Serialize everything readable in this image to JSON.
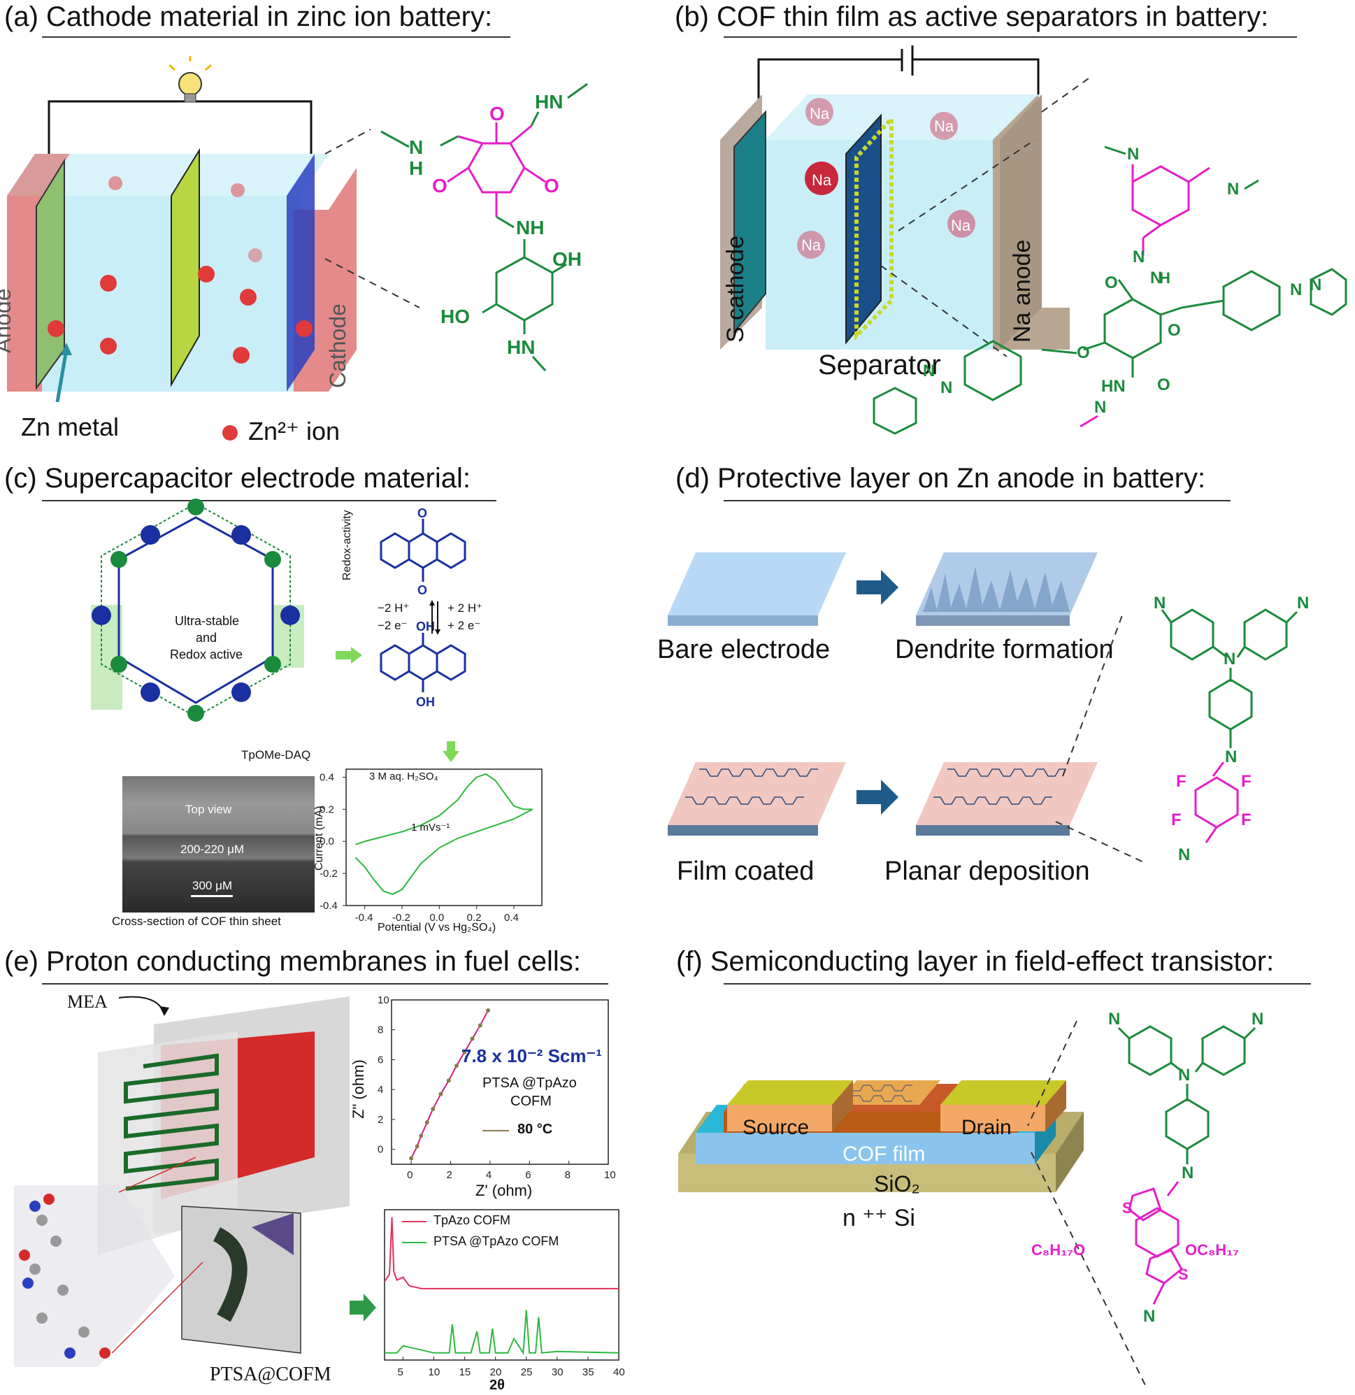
{
  "panels": {
    "a": {
      "title": "(a) Cathode material in zinc ion battery:",
      "anode": "Anode",
      "cathode": "Cathode",
      "zn_metal": "Zn metal",
      "zn_ion": "Zn²⁺ ion"
    },
    "b": {
      "title": "(b) COF thin film as active separators in battery:",
      "s_cathode": "S cathode",
      "na_anode": "Na anode",
      "separator": "Separator",
      "na_ion": "Na"
    },
    "c": {
      "title": "(c) Supercapacitor electrode material:",
      "center_text": [
        "Ultra-stable",
        "and",
        "Redox active"
      ],
      "cof_name": "TpOMe-DAQ",
      "redox_label": "Redox-activity",
      "minus_h": "−2 H⁺",
      "minus_e": "−2 e⁻",
      "plus_h": "+ 2 H⁺",
      "plus_e": "+ 2 e⁻",
      "sem_top": "Top view",
      "sem_thickness": "200-220 μM",
      "sem_scale": "300 μM",
      "sem_caption": "Cross-section of COF thin sheet"
    },
    "d": {
      "title": "(d) Protective layer on Zn anode in battery:",
      "bare": "Bare electrode",
      "dendrite": "Dendrite formation",
      "film": "Film coated",
      "planar": "Planar deposition"
    },
    "e": {
      "title": "(e) Proton conducting membranes in fuel cells:",
      "mea": "MEA",
      "membrane": "PTSA@COFM"
    },
    "f": {
      "title": "(f) Semiconducting layer in field-effect transistor:",
      "source": "Source",
      "drain": "Drain",
      "cof_film": "COF film",
      "sio2": "SiO₂",
      "si": "n ⁺⁺ Si"
    }
  },
  "chart_data": [
    {
      "type": "line",
      "panel": "c",
      "xlabel": "Potential (V vs Hg₂SO₄)",
      "ylabel": "Current (mA)",
      "xlim": [
        -0.5,
        0.55
      ],
      "ylim": [
        -0.4,
        0.45
      ],
      "xticks": [
        -0.4,
        -0.2,
        0.0,
        0.2,
        0.4
      ],
      "yticks": [
        -0.4,
        -0.2,
        0.0,
        0.2,
        0.4
      ],
      "annotations": [
        "3 M aq. H₂SO₄",
        "1 mVs⁻¹"
      ],
      "series": [
        {
          "x": [
            -0.45,
            -0.4,
            -0.3,
            -0.2,
            -0.1,
            0.0,
            0.1,
            0.15,
            0.2,
            0.25,
            0.3,
            0.35,
            0.4,
            0.45,
            0.5
          ],
          "y": [
            -0.02,
            0.0,
            0.03,
            0.06,
            0.1,
            0.16,
            0.26,
            0.34,
            0.4,
            0.42,
            0.38,
            0.3,
            0.22,
            0.2,
            0.2
          ]
        },
        {
          "x": [
            0.5,
            0.45,
            0.4,
            0.3,
            0.2,
            0.1,
            0.0,
            -0.1,
            -0.2,
            -0.25,
            -0.3,
            -0.35,
            -0.4,
            -0.45
          ],
          "y": [
            0.2,
            0.17,
            0.14,
            0.1,
            0.06,
            0.02,
            -0.04,
            -0.14,
            -0.3,
            -0.33,
            -0.31,
            -0.24,
            -0.16,
            -0.1
          ]
        }
      ]
    },
    {
      "type": "scatter",
      "panel": "e",
      "xlabel": "Z' (ohm)",
      "ylabel": "Z\" (ohm)",
      "xlim": [
        -1,
        10
      ],
      "ylim": [
        -1,
        10
      ],
      "xticks": [
        0,
        2,
        4,
        6,
        8,
        10
      ],
      "yticks": [
        0,
        2,
        4,
        6,
        8,
        10
      ],
      "annotation_value": "7.8 x 10⁻² Scm⁻¹",
      "annotation_sample": [
        "PTSA @TpAzo",
        "COFM"
      ],
      "series": [
        {
          "name": "80 °C",
          "x": [
            0,
            0.3,
            0.5,
            0.8,
            1.1,
            1.5,
            1.9,
            2.3,
            2.7,
            3.1,
            3.5,
            3.9
          ],
          "y": [
            -0.6,
            0.2,
            0.9,
            1.8,
            2.7,
            3.7,
            4.6,
            5.6,
            6.5,
            7.4,
            8.3,
            9.3
          ]
        }
      ]
    },
    {
      "type": "line",
      "panel": "e",
      "xlabel": "2θ",
      "xlim": [
        2,
        40
      ],
      "xticks": [
        5,
        10,
        15,
        20,
        25,
        30,
        35,
        40
      ],
      "series": [
        {
          "name": "TpAzo COFM",
          "x": [
            2,
            2.8,
            3.2,
            3.5,
            4,
            5,
            6,
            8,
            12,
            20,
            40
          ],
          "y": [
            0.55,
            0.6,
            1.0,
            0.62,
            0.56,
            0.58,
            0.52,
            0.5,
            0.5,
            0.5,
            0.5
          ]
        },
        {
          "name": "PTSA @TpAzo COFM",
          "x": [
            2,
            4,
            5,
            10,
            12.5,
            13,
            13.5,
            16,
            17,
            17.5,
            19,
            19.5,
            20,
            22,
            23,
            24.5,
            25,
            25.5,
            26.5,
            27,
            27.5,
            30,
            40
          ],
          "y": [
            0.05,
            0.05,
            0.1,
            0.05,
            0.05,
            0.25,
            0.05,
            0.05,
            0.2,
            0.05,
            0.05,
            0.22,
            0.05,
            0.05,
            0.15,
            0.05,
            0.35,
            0.05,
            0.05,
            0.3,
            0.05,
            0.06,
            0.05
          ]
        }
      ]
    }
  ]
}
